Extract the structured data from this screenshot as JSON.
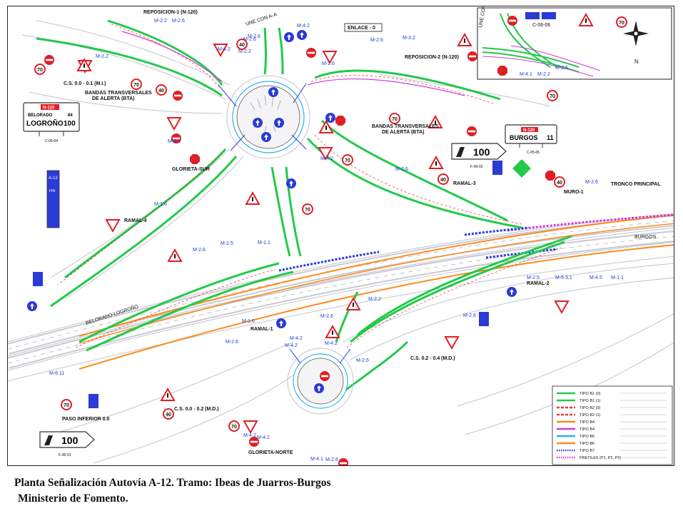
{
  "map": {
    "title_box": "ENLACE - 0",
    "road_names": {
      "une_top": "UNE CON A-A",
      "une_inset": "UNE CON A-A"
    },
    "labels": {
      "reposicion_1": "REPOSICION-1 (N-120)",
      "reposicion_2": "REPOSICION-2 (N-120)",
      "bandas_left": "BANDAS TRANSVERSALES\nDE ALERTA (BTA)",
      "bandas_right": "BANDAS TRANSVERSALES\nDE ALERTA (BTA)",
      "cs_top": "C.S. 0.0 - 0.1 (M.I.)",
      "glorieta_sur": "GLORIETA-SUR",
      "glorieta_norte": "GLORIETA-NORTE",
      "ramal_1": "RAMAL-1",
      "ramal_2": "RAMAL-2",
      "ramal_3": "RAMAL-3",
      "ramal_4": "RAMAL-4",
      "muro_1": "MURO-1",
      "tronco_principal": "TRONCO PRINCIPAL",
      "cs_mid": "C.S. 0.2 - 0.4 (M.D.)",
      "cs_bottom": "C.S. 0.0 - 0.2 (M.D.)",
      "paso_inferior": "PASO INFERIOR 0.0",
      "burgos_small": "BURGOS",
      "direction_left": "BELORADO-LOGROÑO"
    },
    "markings": [
      "M-2.2",
      "M-2.6",
      "M-2.2",
      "M-4.2",
      "M-2.6",
      "M-4.2",
      "M-2.2",
      "M-2.6",
      "M-3.2",
      "M-2.6",
      "M-4.2",
      "M-2.6",
      "M-4.2",
      "M-2.6",
      "M-2.6",
      "M-1.6",
      "M-2.6",
      "M-2.5",
      "M-1.1",
      "M-2.2",
      "M-2.5",
      "M-5.3.1",
      "M-4.5",
      "M-1.1",
      "M-1.6",
      "M-2.6",
      "M-2.6",
      "M-2.6",
      "M-4.2",
      "M-4.2",
      "M-6.11",
      "M-2.6",
      "M-4.2",
      "M-4.1",
      "M-2.6",
      "M-4.2",
      "M-4.2",
      "M-4.1",
      "M-2.2",
      "M-2.6"
    ],
    "signs": {
      "logrono_panel": {
        "road": "N-120",
        "line1": "BELORADO",
        "km1": "84",
        "line2": "LOGROÑO",
        "km2": "100",
        "code": "C-05-04"
      },
      "burgos_panel": {
        "road": "N-120",
        "city": "BURGOS",
        "km": "11",
        "code": "C-05-05"
      },
      "speed_100_right": {
        "value": "100",
        "code": "F-00-02"
      },
      "speed_100_bottom": {
        "value": "100",
        "code": "F-00-01"
      },
      "a12_vertical": {
        "road": "A-12",
        "text": "FIN"
      },
      "speed_limits": [
        "70",
        "70",
        "40",
        "40",
        "70",
        "40",
        "70",
        "70",
        "70",
        "40",
        "70",
        "40",
        "70",
        "70"
      ]
    },
    "north": "N"
  },
  "legend": {
    "items": [
      {
        "code": "TIPO B1 (0)",
        "color": "#22c94a",
        "style": "solid"
      },
      {
        "code": "TIPO B1 (1)",
        "color": "#22c94a",
        "style": "solid"
      },
      {
        "code": "TIPO B2 (0)",
        "color": "#e04040",
        "style": "dashed"
      },
      {
        "code": "TIPO B2 (1)",
        "color": "#e04040",
        "style": "dashed"
      },
      {
        "code": "TIPO B4",
        "color": "#ff8a1e",
        "style": "solid"
      },
      {
        "code": "TIPO B4",
        "color": "#d23ad8",
        "style": "solid"
      },
      {
        "code": "TIPO B5",
        "color": "#2ab0ef",
        "style": "solid"
      },
      {
        "code": "TIPO B6",
        "color": "#ff8a1e",
        "style": "solid"
      },
      {
        "code": "TIPO B7",
        "color": "#2b3bd6",
        "style": "dotted"
      },
      {
        "code": "PRETILES (P1, P2, P3)",
        "color": "#d23ad8",
        "style": "dotted"
      }
    ]
  },
  "caption": {
    "line1": "Planta Señalización Autovía A-12. Tramo: Ibeas de Juarros-Burgos",
    "line2": "Ministerio de Fomento."
  },
  "colors": {
    "green": "#22c94a",
    "orange": "#ff8a1e",
    "magenta": "#d23ad8",
    "blue": "#2b3bd6",
    "red": "#e01f25",
    "road": "#b9b9c4"
  }
}
